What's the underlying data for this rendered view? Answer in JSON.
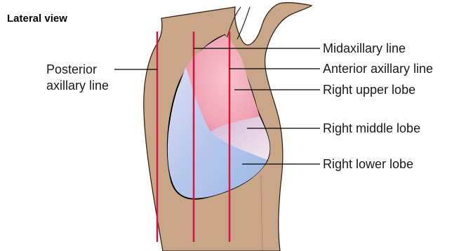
{
  "title": "Lateral view",
  "labels": {
    "posterior_axillary_line": [
      "Posterior",
      "axillary line"
    ],
    "midaxillary_line": "Midaxillary line",
    "anterior_axillary_line": "Anterior axillary line",
    "right_upper_lobe": "Right upper lobe",
    "right_middle_lobe": "Right middle lobe",
    "right_lower_lobe": "Right lower lobe"
  },
  "colors": {
    "body": "#c9a688",
    "body_outline": "#3a2418",
    "reference_lines": "#d4163f",
    "upper_lobe": "#f2a7b6",
    "middle_lobe": "#ead7e7",
    "lower_lobe": "#a9bfe6"
  }
}
